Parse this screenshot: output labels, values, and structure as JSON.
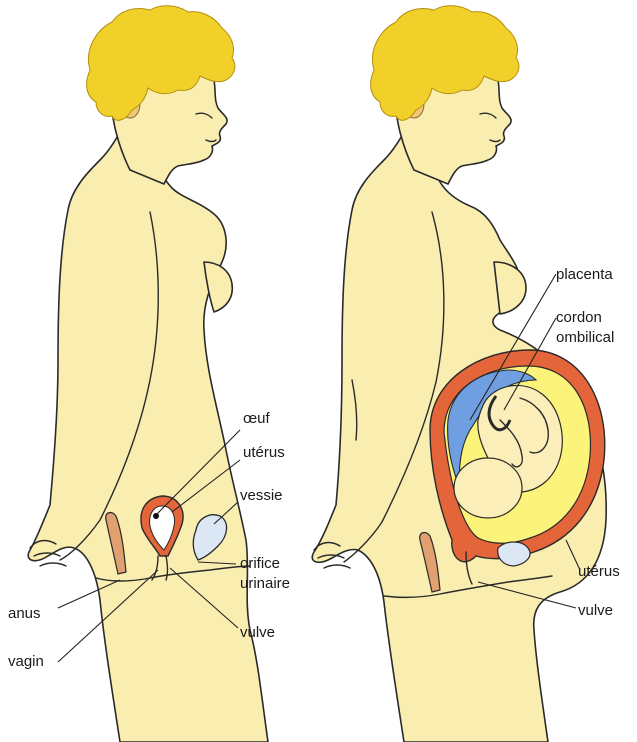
{
  "colors": {
    "skin": "#f9eeb0",
    "hair": "#f2d02a",
    "uterus": "#e4653a",
    "placenta": "#6f9fe0",
    "amniotic": "#fbf37a",
    "fetus": "#fbeeb8",
    "bladder": "#dbe7f5",
    "rectum": "#e0a070"
  },
  "figures": {
    "left": {
      "labels": {
        "oeuf": "œuf",
        "uterus": "utérus",
        "vessie": "vessie",
        "orifice1": "orifice",
        "orifice2": "urinaire",
        "anus": "anus",
        "vagin": "vagin",
        "vulve": "vulve"
      }
    },
    "right": {
      "labels": {
        "placenta": "placenta",
        "cordon1": "cordon",
        "cordon2": "ombilical",
        "uterus": "utérus",
        "vulve": "vulve"
      }
    }
  }
}
